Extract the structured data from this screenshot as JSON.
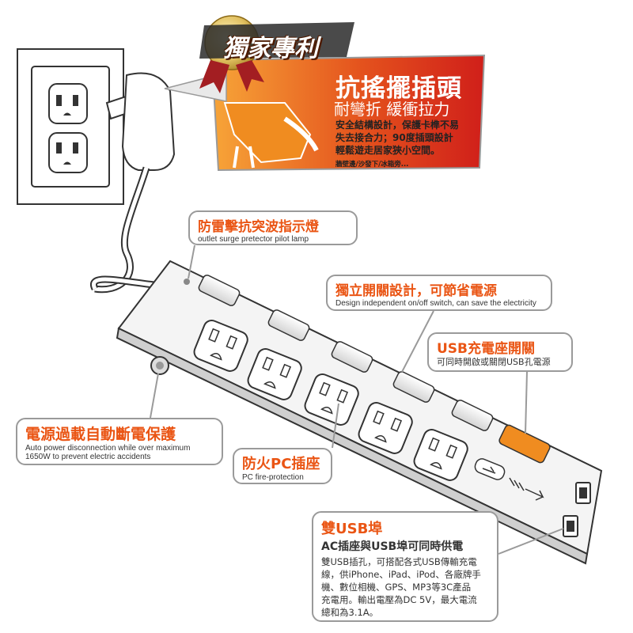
{
  "badge": {
    "text": "獨家專利"
  },
  "banner": {
    "title": "抗搖擺插頭",
    "subtitle": "耐彎折 緩衝拉力",
    "body_lines": [
      "安全結構設計，保護卡榫不易",
      "失去接合力；90度插頭設計",
      "輕鬆遊走居家狹小空間。"
    ],
    "note": "牆壁邊/沙發下/冰箱旁..."
  },
  "callouts": {
    "surge": {
      "title": "防雷擊抗突波指示燈",
      "subtitle": "outlet surge pretector pilot lamp"
    },
    "switch": {
      "title": "獨立開關設計，可節省電源",
      "subtitle": "Design independent on/off switch, can save the electricity"
    },
    "usb_switch": {
      "title": "USB充電座開關",
      "subtitle": "可同時開啟或關閉USB孔電源"
    },
    "overload": {
      "title": "電源過載自動斷電保護",
      "subtitle_lines": [
        "Auto power disconnection while over maximum",
        "1650W to prevent electric accidents"
      ]
    },
    "fire": {
      "title": "防火PC插座",
      "subtitle": "PC fire-protection"
    },
    "dual_usb": {
      "title": "雙USB埠",
      "subtitle": "AC插座與USB埠可同時供電",
      "body_lines": [
        "雙USB插孔，可搭配各式USB傳輸充電",
        "線，供iPhone、iPad、iPod、各廠牌手",
        "機、數位相機、GPS、MP3等3C產品",
        "充電用。輸出電壓為DC 5V，最大電流",
        "總和為3.1A。"
      ]
    }
  },
  "colors": {
    "accent": "#ea5514",
    "banner_red": "#d9261c",
    "banner_orange": "#f08c20",
    "gold": "#c9a227",
    "ribbon": "#a31e22",
    "outline": "#9a9a9a",
    "body_gray": "#f4f4f4"
  }
}
